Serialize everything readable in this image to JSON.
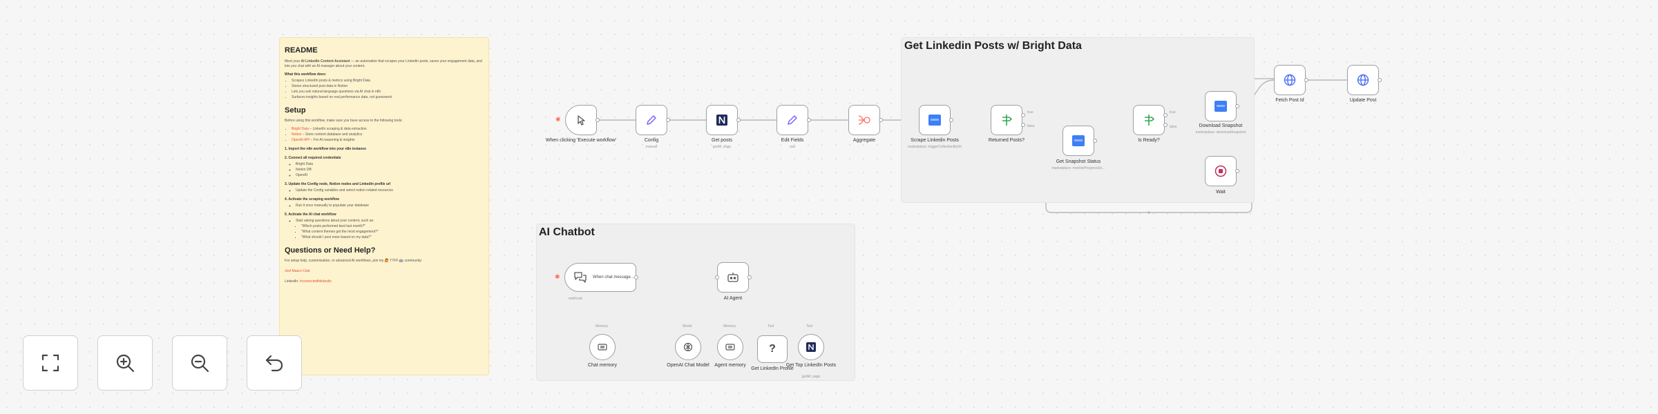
{
  "readme": {
    "title": "README",
    "intro_a": "Meet your ",
    "intro_bold": "AI LinkedIn Content Assistant",
    "intro_b": " — an automation that scrapes your LinkedIn posts, saves your engagement data, and lets you chat with an AI manager about your content.",
    "what_heading": "What this workflow does:",
    "what_items": [
      "Scrapes LinkedIn posts & metrics using Bright Data",
      "Stores structured post data in Notion",
      "Lets you ask natural-language questions via AI chat in n8n",
      "Surfaces insights based on real performance data, not guesswork"
    ],
    "setup_heading": "Setup",
    "setup_intro": "Before using this workflow, make sure you have access to the following tools:",
    "tools": [
      {
        "name": "Bright Data",
        "desc": " – LinkedIn scraping & data extraction"
      },
      {
        "name": "Notion",
        "desc": " – Store content database and analytics"
      },
      {
        "name": "OpenAI API",
        "desc": " – For AI reasoning & insights"
      }
    ],
    "step1": "1. Import the n8n workflow into your n8n instance",
    "step2": "2. Connect all required credentials",
    "step2_items": [
      "Bright Data",
      "Notion DB",
      "OpenAI"
    ],
    "step3": "3. Update the Config node, Notion nodes and LinkedIn profile url",
    "step3_items": [
      "Update the Config variables and select notion related resources"
    ],
    "step4": "4. Activate the scraping workflow",
    "step4_items": [
      "Run it once manually to populate your database"
    ],
    "step5": "5. Activate the AI chat workflow",
    "step5_items": [
      "Start asking questions about your content, such as:"
    ],
    "questions": [
      "\"Which posts performed best last month?\"",
      "\"What content themes get the most engagement?\"",
      "\"What should I post more based on my data?\""
    ],
    "help_heading": "Questions or Need Help?",
    "help_text": "For setup help, customization, or advanced AI workflows, join my 🙋 TTFF 🤖 community:",
    "community": "Joel Mauro Club",
    "linkedin_prefix": "LinkedIn: ",
    "linkedin_handle": "#connectwithlinkedin"
  },
  "groups": {
    "scraper_title": "Get Linkedin Posts w/ Bright Data",
    "chat_title": "AI Chatbot"
  },
  "nodes": {
    "manual_trigger": {
      "label": "When clicking 'Execute workflow'",
      "icon": "cursor-click-icon"
    },
    "config": {
      "label": "Config",
      "sub": "manual",
      "icon": "pencil-icon"
    },
    "get_posts": {
      "label": "Get posts",
      "sub": "getAll: page",
      "icon": "notion-icon"
    },
    "edit_fields": {
      "label": "Edit Fields",
      "sub": "raw",
      "icon": "pencil-icon"
    },
    "aggregate": {
      "label": "Aggregate",
      "icon": "aggregate-icon"
    },
    "scrape_linkedin": {
      "label": "Scrape Linkedin Posts",
      "sub": "marketplace: triggerCollectionByUrl",
      "icon": "brightdata-icon"
    },
    "returned_posts": {
      "label": "Returned Posts?",
      "icon": "if-icon"
    },
    "get_snapshot_status": {
      "label": "Get Snapshot Status",
      "sub": "marketplace: monitorProgressSn...",
      "icon": "brightdata-icon"
    },
    "is_ready": {
      "label": "Is Ready?",
      "icon": "if-icon"
    },
    "download_snapshot": {
      "label": "Download Snapshot",
      "sub": "marketplace: downloadSnapshot",
      "icon": "brightdata-icon"
    },
    "wait": {
      "label": "Wait",
      "icon": "wait-icon"
    },
    "fetch_post_id": {
      "label": "Fetch Post Id",
      "icon": "globe-icon"
    },
    "update_post": {
      "label": "Update Post",
      "icon": "globe-icon"
    },
    "chat_trigger": {
      "label": "When chat message...",
      "icon": "chat-icon"
    },
    "ai_agent": {
      "label": "AI Agent",
      "icon": "robot-icon"
    },
    "chat_memory": {
      "label": "Chat memory",
      "icon": "memory-icon"
    },
    "openai_model": {
      "label": "OpenAI Chat Model",
      "icon": "openai-icon"
    },
    "agent_memory": {
      "label": "Agent memory",
      "icon": "memory-icon"
    },
    "linkedin_profile": {
      "label": "Get LinkedIn Profile",
      "icon": "question-icon"
    },
    "top_posts": {
      "label": "Get Top LinkedIn Posts",
      "sub": "getAll: page",
      "icon": "notion-icon"
    }
  },
  "tiny_labels": {
    "on_true": "true",
    "on_false": "false",
    "webhook": "webhook",
    "model": "Model",
    "memory": "Memory",
    "tool": "Tool"
  },
  "controls": [
    {
      "name": "fit-view-button",
      "icon": "fullscreen-icon"
    },
    {
      "name": "zoom-in-button",
      "icon": "zoom-in-icon"
    },
    {
      "name": "zoom-out-button",
      "icon": "zoom-out-icon"
    },
    {
      "name": "reset-zoom-button",
      "icon": "undo-icon"
    }
  ],
  "colors": {
    "canvas_bg": "#f6f6f6",
    "sticky_yellow": "#fdf3cf",
    "sticky_gray": "#efefef",
    "accent_red": "#ff6d5a",
    "node_border": "#9aa0a6",
    "brightdata_blue": "#3d7ff5",
    "notion_navy": "#1f2a5c",
    "if_green": "#35a853",
    "globe_blue": "#4a6ef5"
  }
}
